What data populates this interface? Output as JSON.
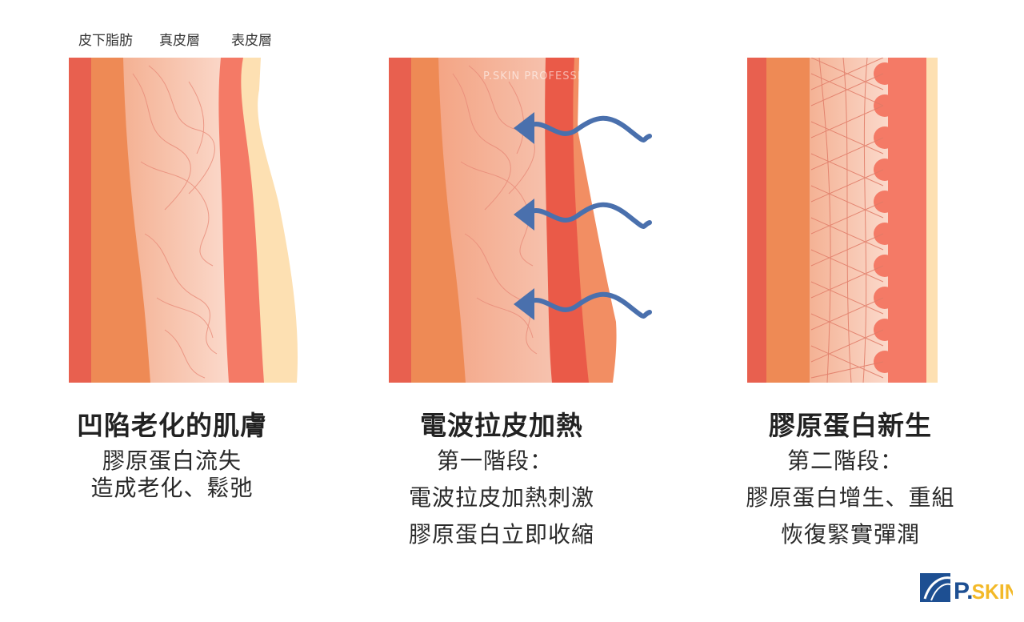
{
  "layer_labels": [
    "皮下脂肪",
    "真皮層",
    "表皮層"
  ],
  "panels": [
    {
      "title": "凹陷老化的肌膚",
      "lines": [
        "膠原蛋白流失",
        "造成老化、鬆弛"
      ]
    },
    {
      "title": "電波拉皮加熱",
      "lines": [
        "第一階段：",
        "電波拉皮加熱刺激",
        "膠原蛋白立即收縮"
      ]
    },
    {
      "title": "膠原蛋白新生",
      "lines": [
        "第二階段：",
        "膠原蛋白增生、重組",
        "恢復緊實彈潤"
      ]
    }
  ],
  "watermark": "P.SKIN PROFESSIONAL",
  "logo_text": "P. SKIN",
  "colors": {
    "fat_dark": "#e8604f",
    "fat": "#ee8a55",
    "dermis": "#f6b59a",
    "epidermis": "#f47a66",
    "surface": "#fde0b2",
    "wave": "#4a70ad",
    "logo_blue": "#1d4f92",
    "logo_yellow": "#f3b928"
  }
}
